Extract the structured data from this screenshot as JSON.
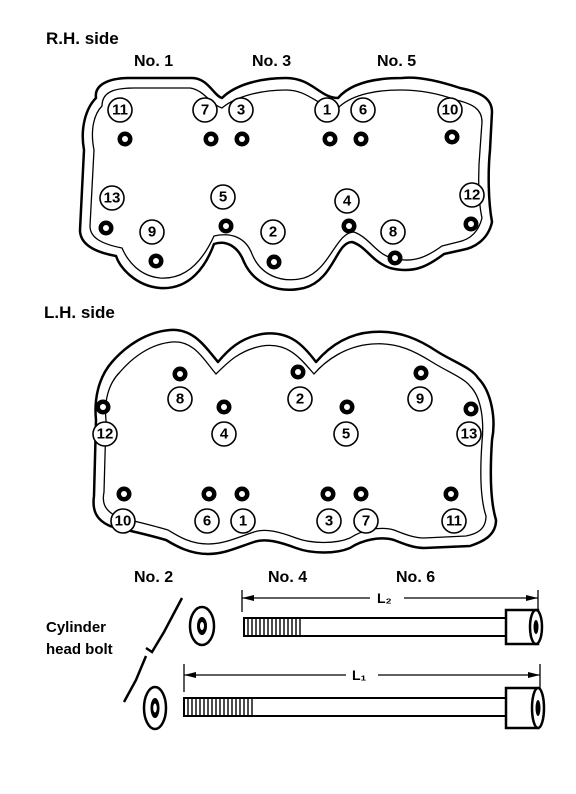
{
  "rh_side": {
    "title": "R.H. side",
    "cylinders": [
      "No. 1",
      "No. 3",
      "No. 5"
    ],
    "bolt_labels": [
      "11",
      "7",
      "3",
      "1",
      "6",
      "10",
      "13",
      "5",
      "4",
      "12",
      "9",
      "2",
      "8"
    ]
  },
  "lh_side": {
    "title": "L.H. side",
    "cylinders": [
      "No. 2",
      "No. 4",
      "No. 6"
    ],
    "bolt_labels": [
      "8",
      "2",
      "9",
      "12",
      "4",
      "5",
      "13",
      "10",
      "6",
      "1",
      "3",
      "7",
      "11"
    ]
  },
  "bolt_caption": {
    "line1": "Cylinder",
    "line2": "head bolt"
  },
  "dimensions": {
    "l2": "L₂",
    "l1": "L₁"
  }
}
